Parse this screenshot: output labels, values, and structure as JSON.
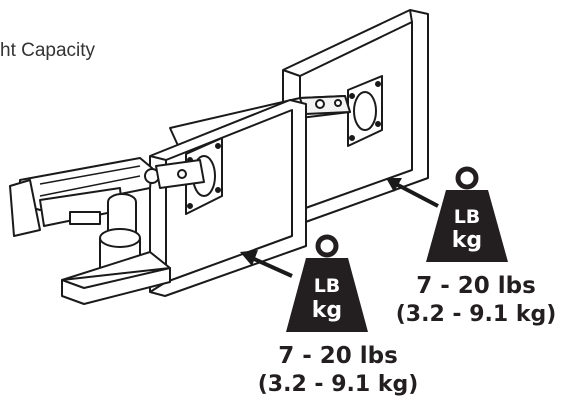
{
  "caption": "ht Capacity",
  "weights": [
    {
      "badge_top": "LB",
      "badge_bottom": "kg",
      "range_lbs": "7 - 20 lbs",
      "range_kg": "(3.2 - 9.1 kg)"
    },
    {
      "badge_top": "LB",
      "badge_bottom": "kg",
      "range_lbs": "7 - 20 lbs",
      "range_kg": "(3.2 - 9.1 kg)"
    }
  ],
  "colors": {
    "ink": "#231f20",
    "line": "#1a1a1a",
    "badge_text": "#ffffff"
  }
}
